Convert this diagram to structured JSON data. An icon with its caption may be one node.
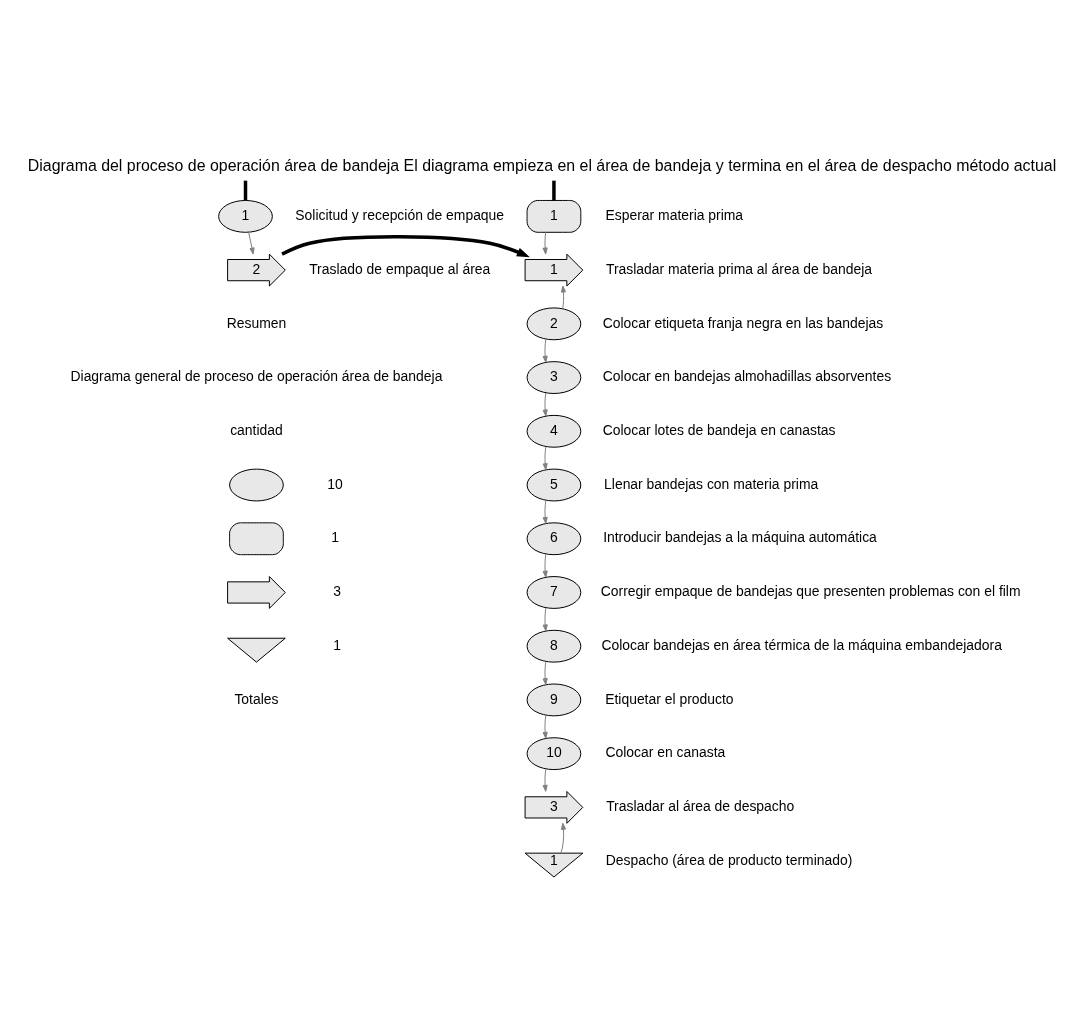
{
  "diagram": {
    "title": "Diagrama del proceso de operación área de bandeja El diagrama empieza en el área de bandeja y termina en el área de despacho método actual",
    "nodes": [
      {
        "text": [
          "1"
        ],
        "beside": [
          "Solicitud y recepción de empaque"
        ]
      },
      {
        "text": [
          "2"
        ],
        "beside": [
          "Traslado de empaque al área"
        ]
      },
      {
        "text": [
          "1"
        ],
        "beside": [
          "Esperar materia prima"
        ]
      },
      {
        "text": [
          "1"
        ],
        "beside": [
          "Trasladar materia prima al área de bandeja"
        ]
      },
      {
        "text": [
          "2"
        ],
        "beside": [
          "Colocar etiqueta franja negra en las bandejas"
        ]
      },
      {
        "text": [
          "3"
        ],
        "beside": [
          "Colocar en bandejas almohadillas absorventes"
        ]
      },
      {
        "text": [
          "4"
        ],
        "beside": [
          "Colocar lotes de bandeja en canastas"
        ]
      },
      {
        "text": [
          "5"
        ],
        "beside": [
          "Llenar bandejas con materia prima"
        ]
      },
      {
        "text": [
          "6"
        ],
        "beside": [
          "Introducir bandejas a la máquina automática"
        ]
      },
      {
        "text": [
          "7"
        ],
        "beside": [
          "Corregir empaque de bandejas que presenten problemas con el film"
        ]
      },
      {
        "text": [
          "8"
        ],
        "beside": [
          "Colocar bandejas en área térmica de la máquina embandejadora"
        ]
      },
      {
        "text": [
          "9"
        ],
        "beside": [
          "Etiquetar el producto"
        ]
      },
      {
        "text": [
          "10"
        ],
        "beside": [
          "Colocar en canasta"
        ]
      },
      {
        "text": [
          "3"
        ],
        "beside": [
          "Trasladar al área de despacho"
        ]
      },
      {
        "text": [
          "1"
        ],
        "beside": [
          "Despacho (área de producto terminado)"
        ]
      },
      {
        "text": [],
        "shape": "circle",
        "beside": [
          "10"
        ]
      },
      {
        "text": [],
        "shape": "delay",
        "beside": [
          "1"
        ]
      },
      {
        "text": [],
        "shape": "arrow",
        "beside": [
          "3"
        ]
      },
      {
        "text": [],
        "shape": "triangle",
        "beside": [
          "1"
        ]
      }
    ],
    "edges": [
      {
        "from": null,
        "to": 0,
        "arrow": "none",
        "style": "thick",
        "color": "#000000"
      },
      {
        "from": 0,
        "to": 1,
        "arrow": "to"
      },
      {
        "from": 1,
        "to": 3,
        "arrow": "to",
        "style": "thick",
        "color": "#000000"
      },
      {
        "from": null,
        "to": 2,
        "arrow": "none",
        "style": "thick",
        "color": "#000000"
      },
      {
        "from": 2,
        "to": 3,
        "arrow": "to"
      },
      {
        "from": 4,
        "to": 3,
        "arrow": "to"
      },
      {
        "from": 4,
        "to": 5,
        "arrow": "to"
      },
      {
        "from": 5,
        "to": 6,
        "arrow": "to"
      },
      {
        "from": 6,
        "to": 7,
        "arrow": "to"
      },
      {
        "from": 7,
        "to": 8,
        "arrow": "to"
      },
      {
        "from": 8,
        "to": 9,
        "arrow": "to"
      },
      {
        "from": 9,
        "to": 10,
        "arrow": "to"
      },
      {
        "from": 10,
        "to": 11,
        "arrow": "to"
      },
      {
        "from": 11,
        "to": 12,
        "arrow": "to"
      },
      {
        "from": 12,
        "to": 13,
        "arrow": "to"
      },
      {
        "from": 14,
        "to": 13,
        "arrow": "to"
      }
    ],
    "labels": [
      "Resumen",
      "Diagrama general de proceso de operación área de bandeja",
      "cantidad",
      "Totales"
    ]
  }
}
